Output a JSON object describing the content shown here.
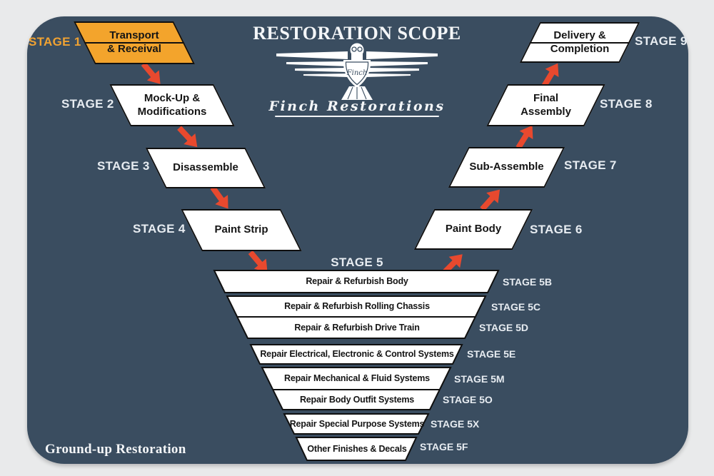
{
  "title": "RESTORATION SCOPE",
  "brand": {
    "name": "Finch Restorations",
    "shield_text": "Finch"
  },
  "footer_label": "Ground-up Restoration",
  "colors": {
    "panel": "#3a4d60",
    "background": "#e9eaeb",
    "highlight_orange": "#f3a42c",
    "arrow_red": "#e8492e",
    "box_white": "#ffffff"
  },
  "left_flow": [
    {
      "stage": "STAGE 1",
      "lines": [
        "Transport",
        "& Receival"
      ]
    },
    {
      "stage": "STAGE 2",
      "lines": [
        "Mock-Up &",
        "Modifications"
      ]
    },
    {
      "stage": "STAGE 3",
      "lines": [
        "Disassemble"
      ]
    },
    {
      "stage": "STAGE 4",
      "lines": [
        "Paint Strip"
      ]
    }
  ],
  "stage5": {
    "label": "STAGE 5",
    "rows": [
      {
        "stage": "STAGE 5B",
        "task": "Repair & Refurbish Body"
      },
      {
        "stage": "STAGE 5C",
        "task": "Repair & Refurbish Rolling Chassis"
      },
      {
        "stage": "STAGE 5D",
        "task": "Repair & Refurbish Drive Train"
      },
      {
        "stage": "STAGE 5E",
        "task": "Repair Electrical, Electronic & Control Systems"
      },
      {
        "stage": "STAGE 5M",
        "task": "Repair Mechanical & Fluid Systems"
      },
      {
        "stage": "STAGE 5O",
        "task": "Repair Body Outfit Systems"
      },
      {
        "stage": "STAGE 5X",
        "task": "Repair Special Purpose Systems"
      },
      {
        "stage": "STAGE 5F",
        "task": "Other Finishes & Decals"
      }
    ]
  },
  "right_flow": [
    {
      "stage": "STAGE 6",
      "lines": [
        "Paint Body"
      ]
    },
    {
      "stage": "STAGE 7",
      "lines": [
        "Sub-Assemble"
      ]
    },
    {
      "stage": "STAGE 8",
      "lines": [
        "Final",
        "Assembly"
      ]
    },
    {
      "stage": "STAGE 9",
      "lines": [
        "Delivery &",
        "Completion"
      ]
    }
  ]
}
